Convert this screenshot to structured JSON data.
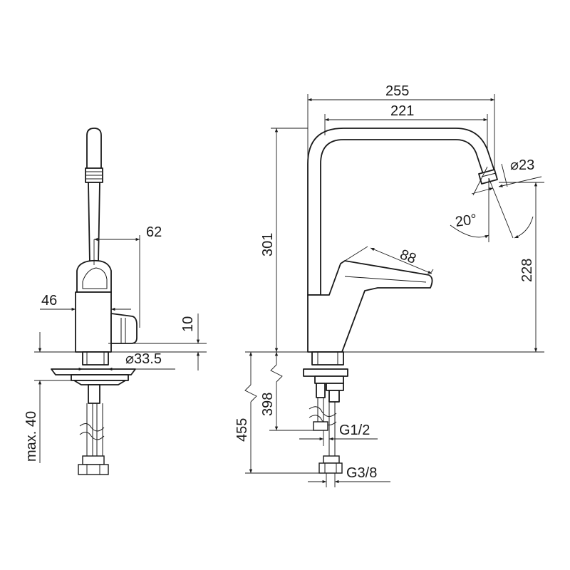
{
  "side_view": {
    "dim_62": "62",
    "dim_46": "46",
    "dim_10": "10",
    "dim_diameter_base": "⌀33.5",
    "dim_max_40": "max. 40"
  },
  "front_view": {
    "dim_255": "255",
    "dim_221": "221",
    "dim_diameter_outlet": "⌀23",
    "dim_angle": "20°",
    "dim_301": "301",
    "dim_228": "228",
    "dim_88": "88",
    "dim_398": "398",
    "dim_455": "455",
    "thread_g12": "G1/2",
    "thread_g38": "G3/8"
  }
}
